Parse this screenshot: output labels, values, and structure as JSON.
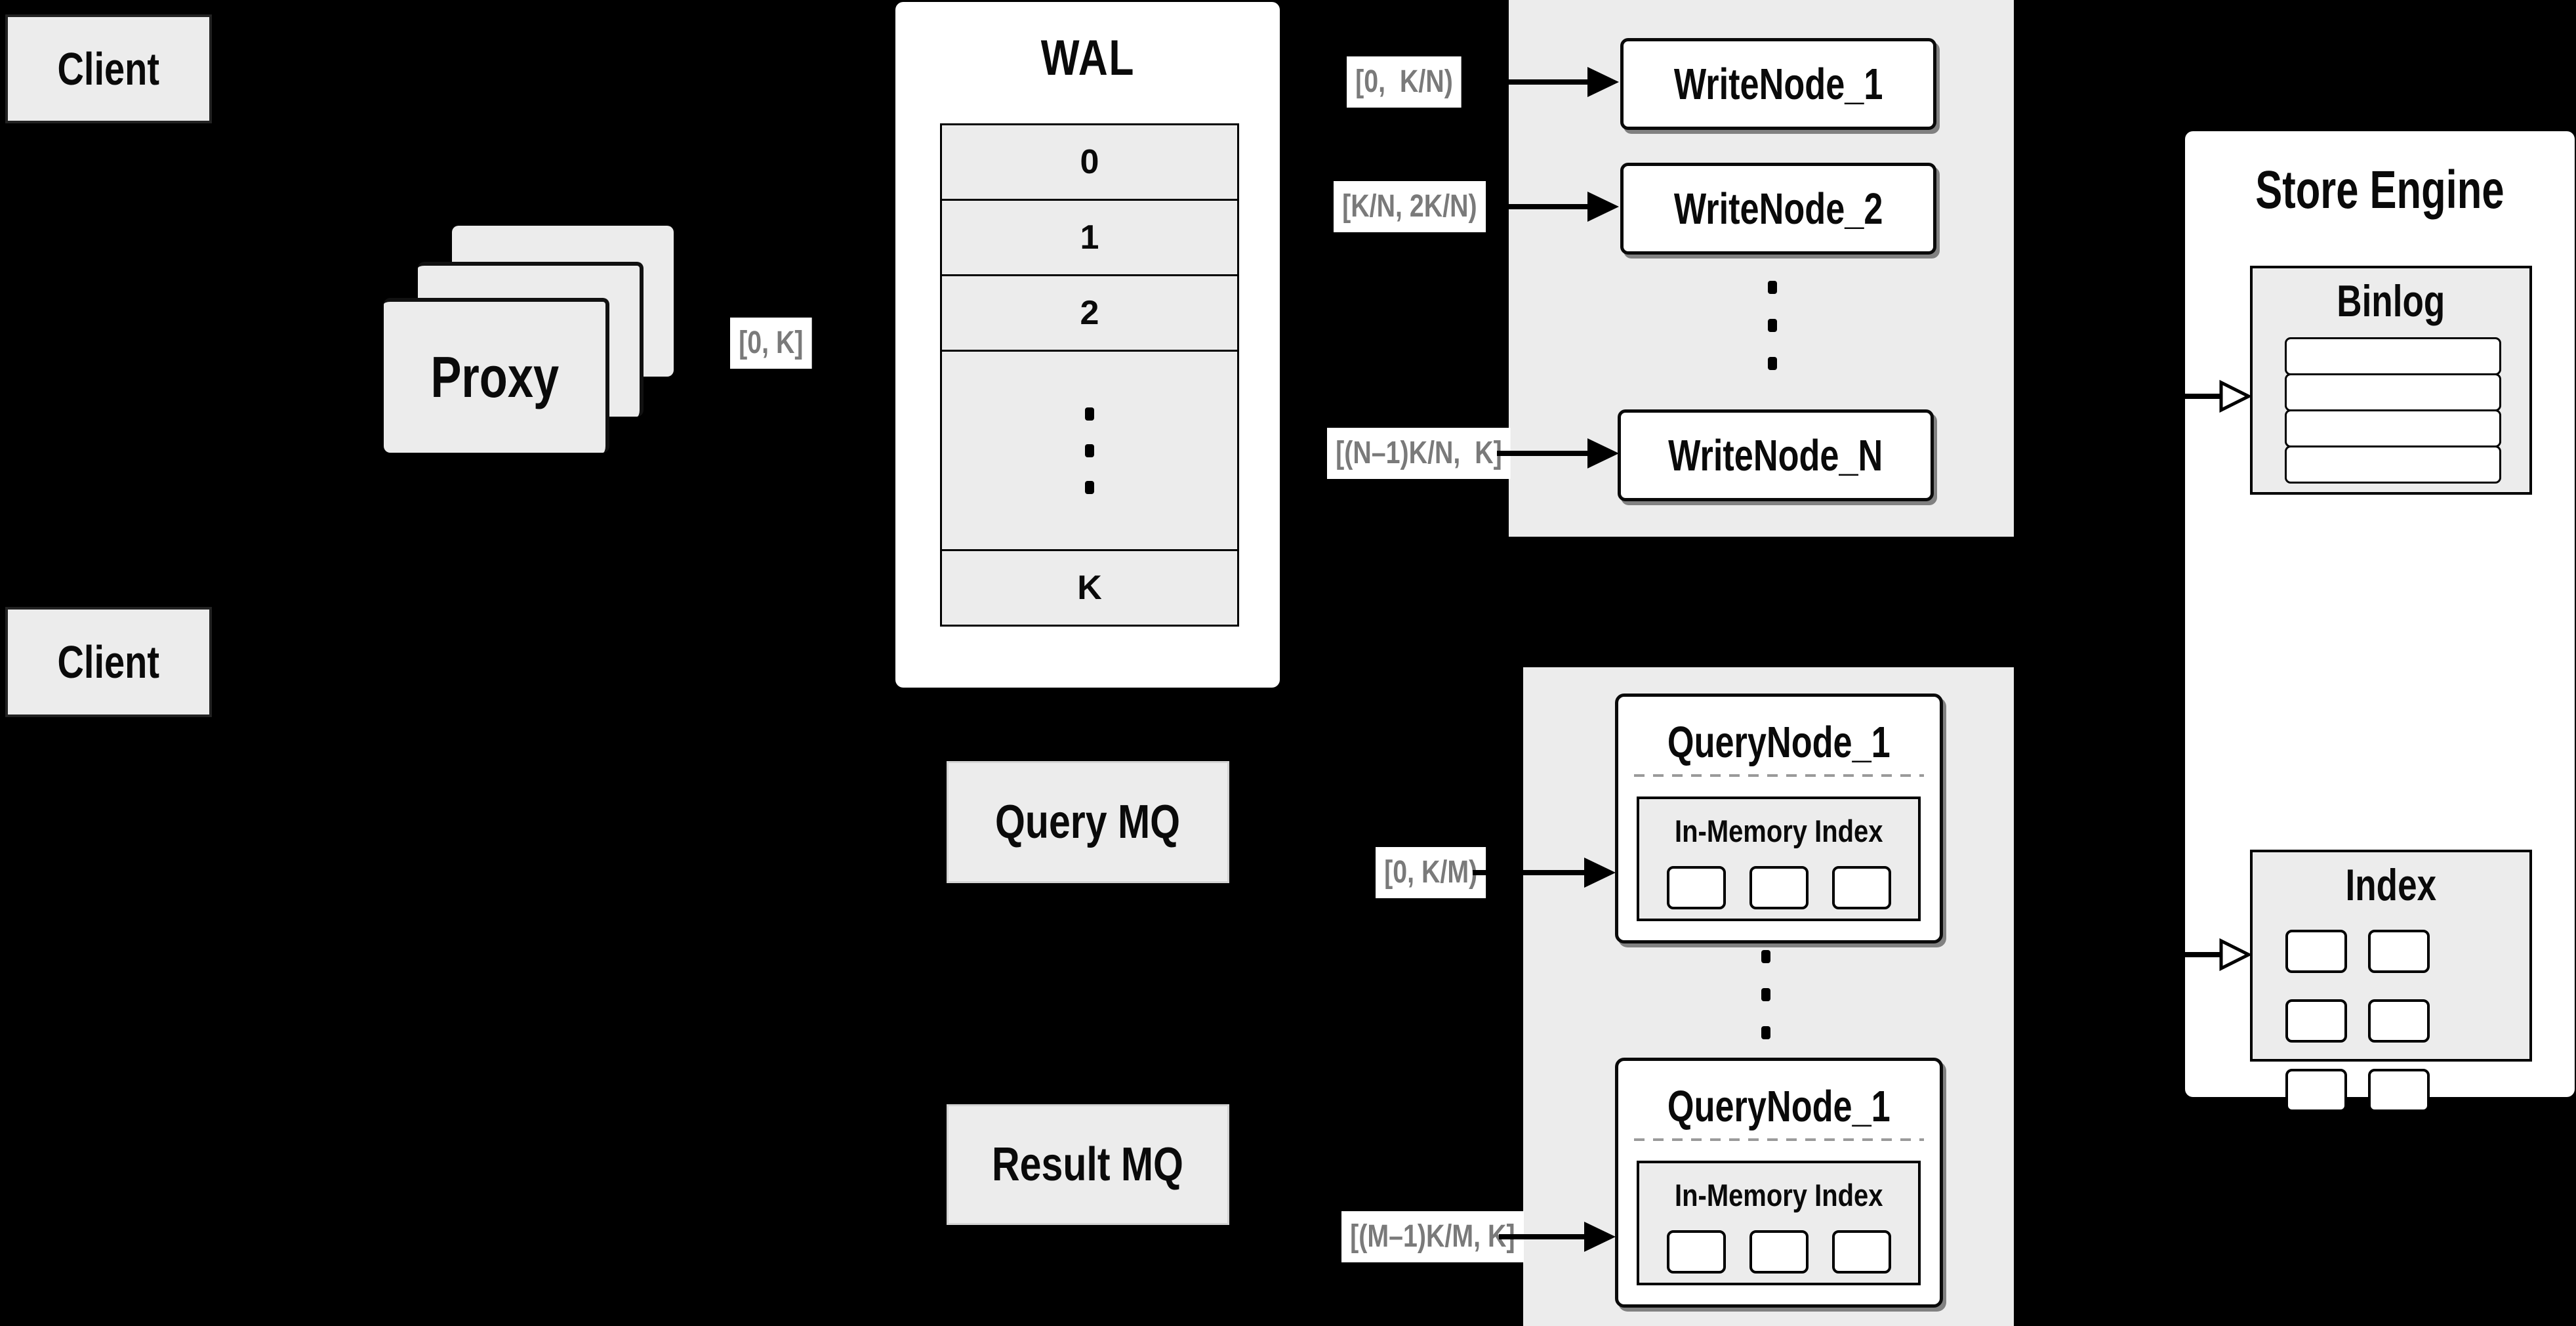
{
  "clients": {
    "top": "Client",
    "bottom": "Client"
  },
  "proxy": {
    "label": "Proxy"
  },
  "wal": {
    "title": "WAL",
    "rows": [
      "0",
      "1",
      "2"
    ],
    "last_row": "K"
  },
  "range_labels": {
    "proxy_out": "[0, K]",
    "write_1": "[0,  K/N)",
    "write_2": "[K/N, 2K/N)",
    "write_n": "[(N–1)K/N,  K]",
    "query_1": "[0, K/M)",
    "query_m": "[(M–1)K/M, K]"
  },
  "write_nodes": {
    "title_1": "WriteNode_1",
    "title_2": "WriteNode_2",
    "title_n": "WriteNode_N"
  },
  "store_engine": {
    "title": "Store Engine",
    "binlog": {
      "title": "Binlog",
      "rows": 4
    },
    "index": {
      "title": "Index",
      "cells": 6
    }
  },
  "mq": {
    "query": "Query MQ",
    "result": "Result MQ"
  },
  "query_nodes": {
    "node_1": {
      "title": "QueryNode_1",
      "index_title": "In-Memory Index",
      "cells": 3
    },
    "node_2": {
      "title": "QueryNode_1",
      "index_title": "In-Memory Index",
      "cells": 3
    }
  },
  "decor": {
    "dots": 3
  },
  "colors": {
    "background": "#000000",
    "panel_fill": "#ffffff",
    "box_fill": "#ececec",
    "line": "#0a0a0a",
    "label_text": "#7a7a7a"
  }
}
